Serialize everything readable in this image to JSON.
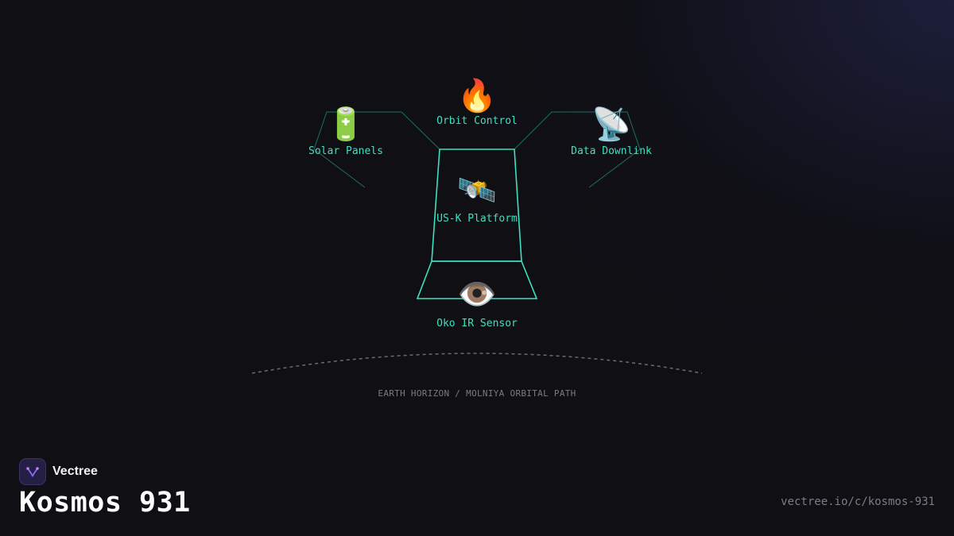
{
  "brand": {
    "name": "Vectree"
  },
  "title": "Kosmos 931",
  "url": "vectree.io/c/kosmos-931",
  "colors": {
    "accent": "#3ee0c0",
    "background": "#0f0f14",
    "muted": "#7a7a82"
  },
  "diagram": {
    "nodes": {
      "solar": {
        "label": "Solar Panels",
        "icon": "battery-icon",
        "glyph": "🔋"
      },
      "orbit": {
        "label": "Orbit Control",
        "icon": "fire-icon",
        "glyph": "🔥"
      },
      "downlink": {
        "label": "Data Downlink",
        "icon": "satellite-dish-icon",
        "glyph": "📡"
      },
      "platform": {
        "label": "US-K Platform",
        "icon": "satellite-icon",
        "glyph": "🛰️"
      },
      "sensor": {
        "label": "Oko IR Sensor",
        "icon": "eye-icon",
        "glyph": "👁️"
      }
    },
    "horizon_label": "EARTH HORIZON / MOLNIYA ORBITAL PATH"
  }
}
